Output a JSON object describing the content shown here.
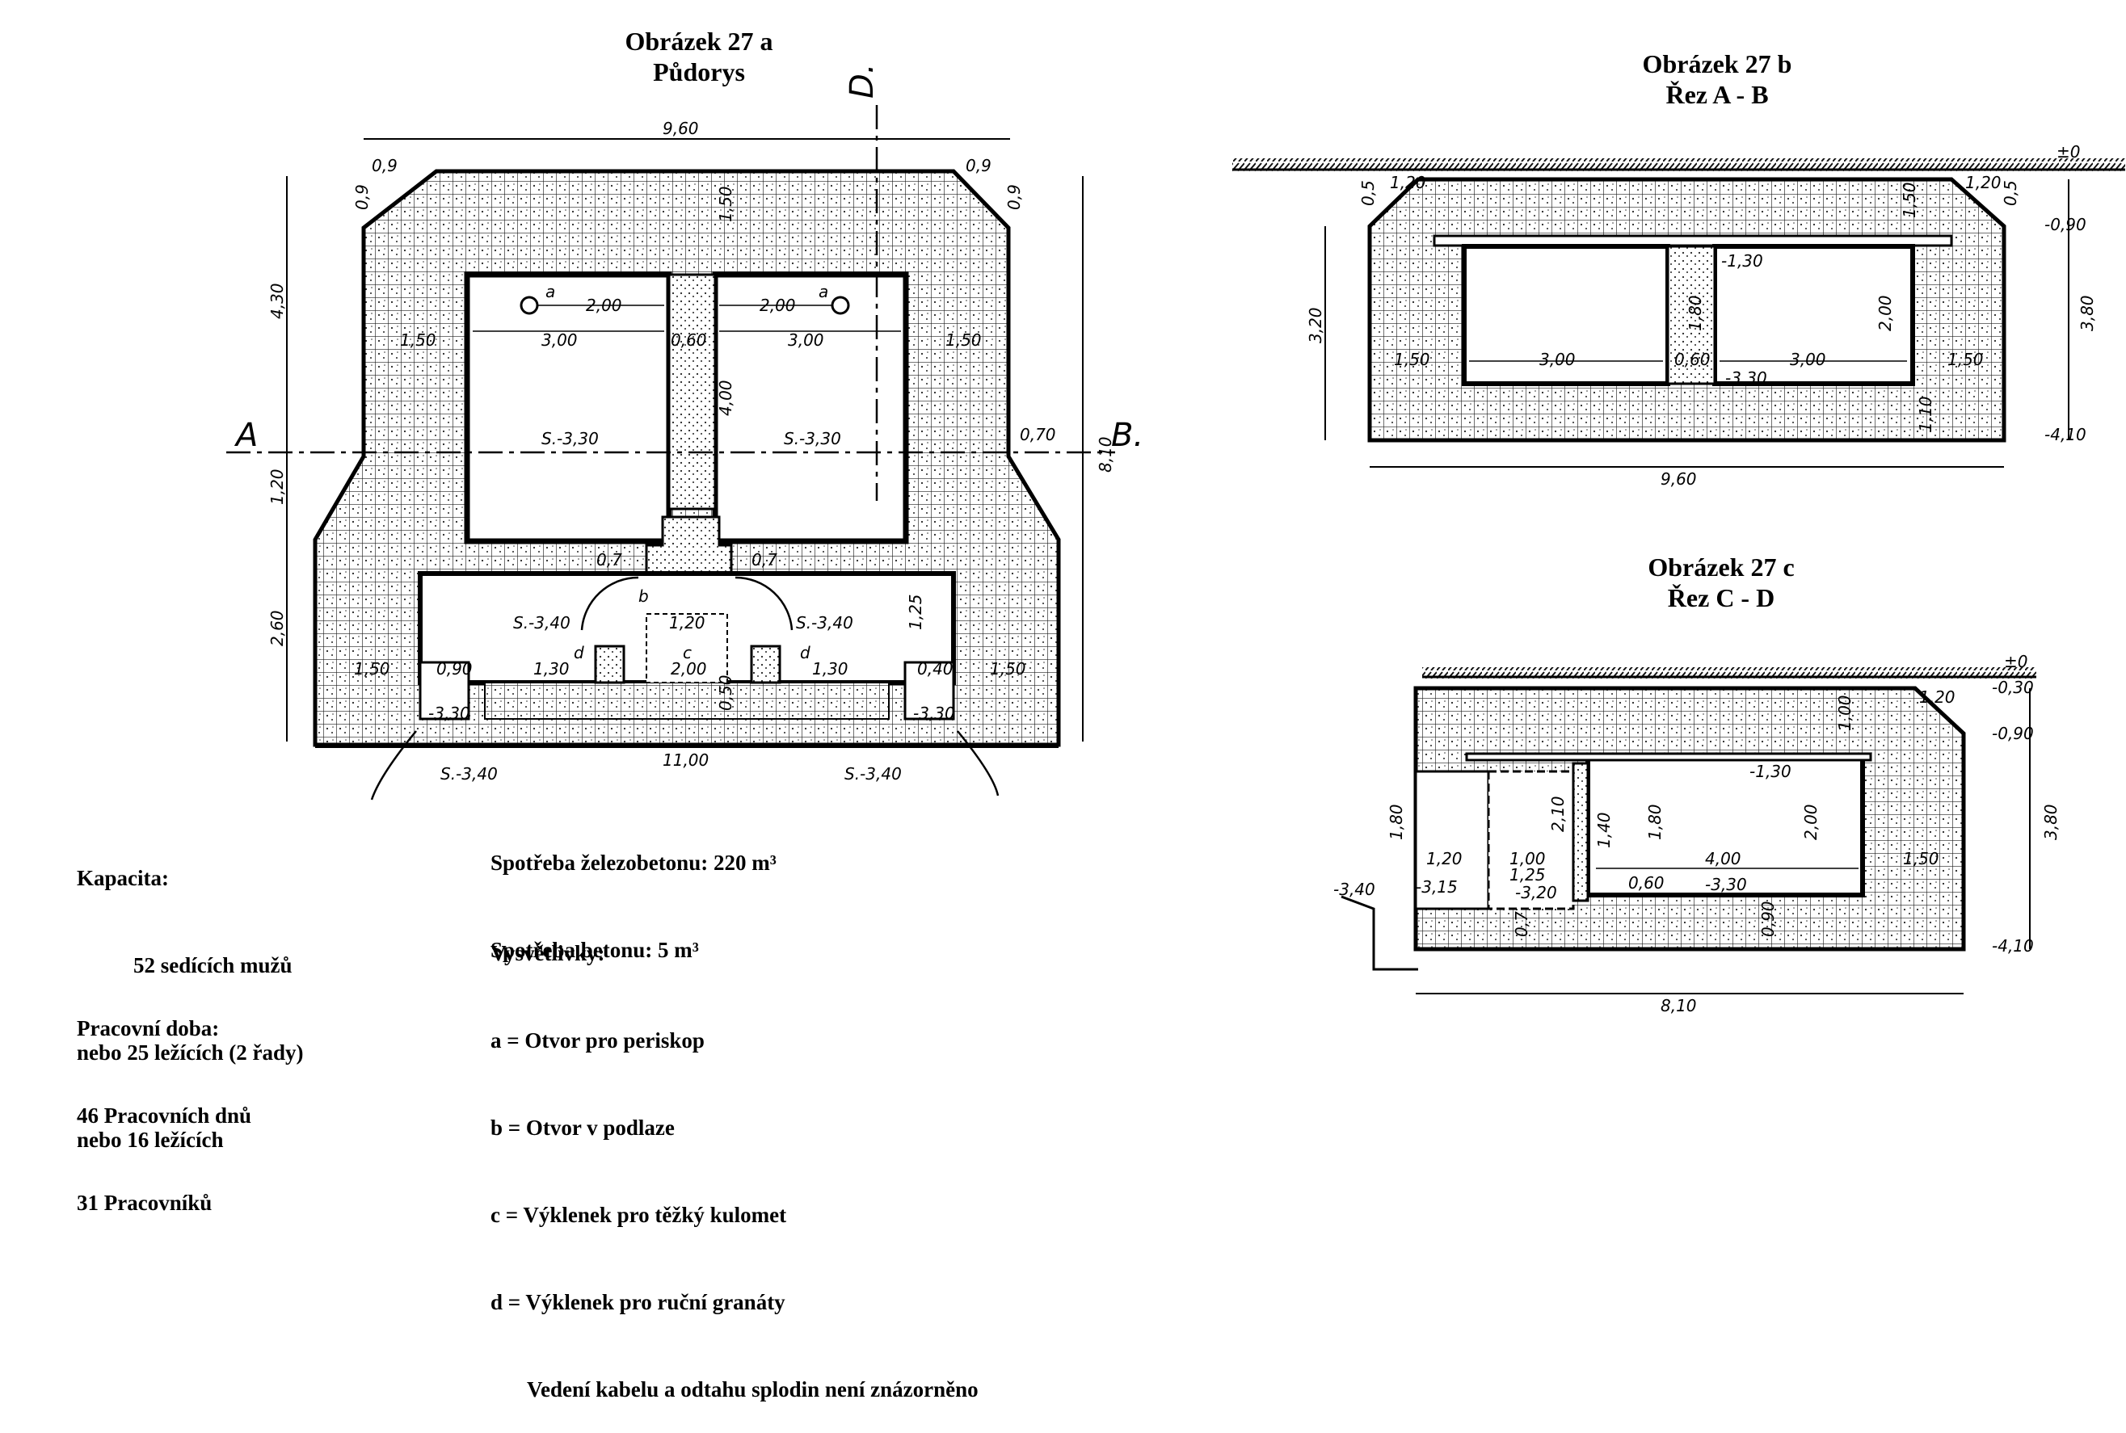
{
  "titles": {
    "a_line1": "Obrázek 27 a",
    "a_line2": "Půdorys",
    "b_line1": "Obrázek 27 b",
    "b_line2": "Řez A - B",
    "c_line1": "Obrázek 27 c",
    "c_line2": "Řez C - D"
  },
  "capacity": {
    "heading": "Kapacita:",
    "line1": "52 sedících mužů",
    "line2": "nebo 25 ležících (2 řady)",
    "line3": "nebo 16 ležících"
  },
  "work": {
    "heading": "Pracovní doba:",
    "line1": "46 Pracovních dnů",
    "line2": "31 Pracovníků"
  },
  "consumption": {
    "line1": "Spotřeba železobetonu: 220 m³",
    "line2": "Spotřeba betonu: 5 m³"
  },
  "legend": {
    "heading": "Vysvětlivky:",
    "a": "a = Otvor pro periskop",
    "b": "b = Otvor v podlaze",
    "c": "c = Výklenek pro těžký kulomet",
    "d": "d = Výklenek pro ruční granáty",
    "note": "Vedení kabelu a odtahu splodin není znázorněno"
  },
  "plan_labels": {
    "A": "A",
    "B": "B.",
    "D": "D.",
    "w960": "9,60",
    "w1100": "11,00",
    "h430": "4,30",
    "h120": "1,20",
    "h260": "2,60",
    "h810": "8,10",
    "d09a": "0,9",
    "d09b": "0,9",
    "d09c": "0,9",
    "d09d": "0,9",
    "t150": "1,50",
    "l150": "1,50",
    "r150": "1,50",
    "room_w1": "3,00",
    "room_w2": "3,00",
    "mid060": "0,60",
    "h400": "4,00",
    "a2m_l": "2,00",
    "a2m_r": "2,00",
    "s330_l": "S.-3,30",
    "s330_r": "S.-3,30",
    "s340_l": "S.-3,40",
    "s340_r": "S.-3,40",
    "s340_out_l": "S.-3,40",
    "s340_out_r": "S.-3,40",
    "m330_l": "-3,30",
    "m330_r": "-3,30",
    "r070": "0,70",
    "lbl_a1": "a",
    "lbl_a2": "a",
    "lbl_b": "b",
    "lbl_c": "c",
    "lbl_d1": "d",
    "lbl_d2": "d",
    "c200": "2,00",
    "d130a": "1,30",
    "d130b": "1,30",
    "d090": "0,90",
    "d040": "0,40",
    "b07a": "0,7",
    "b07b": "0,7",
    "b120": "1,20",
    "b150l": "1,50",
    "b150r": "1,50",
    "v125": "1,25",
    "v050": "0,50"
  },
  "sectionB_labels": {
    "zero": "±0",
    "m090": "-0,90",
    "m410": "-4,10",
    "m130": "-1,30",
    "m330": "-3,30",
    "h320": "3,20",
    "h380": "3,80",
    "w960": "9,60",
    "w300a": "3,00",
    "w300b": "3,00",
    "w150a": "1,50",
    "w150b": "1,50",
    "w060": "0,60",
    "h180": "1,80",
    "h200": "2,00",
    "t120a": "1,20",
    "t120b": "1,20",
    "b110": "1,10",
    "c05a": "0,5",
    "c05b": "0,5",
    "top150": "1,50"
  },
  "sectionC_labels": {
    "zero": "±0",
    "m030": "-0,30",
    "m090": "-0,90",
    "m130": "-1,30",
    "m330": "-3,30",
    "m340": "-3,40",
    "m410": "-4,10",
    "h380": "3,80",
    "h180a": "1,80",
    "h180b": "1,80",
    "h200": "2,00",
    "h210": "2,10",
    "h140": "1,40",
    "w810": "8,10",
    "w400": "4,00",
    "w150": "1,50",
    "w120": "1,20",
    "w100": "1,00",
    "w125": "1,25",
    "t120": "1,20",
    "t100": "1,00",
    "b090": "0,90",
    "s060": "0,60",
    "s07": "0,7",
    "m315": "-3,15",
    "m320": "-3,20"
  }
}
